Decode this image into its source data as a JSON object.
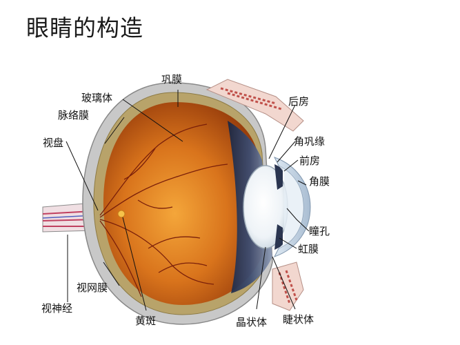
{
  "title": "眼睛的构造",
  "labels": {
    "sclera": "巩膜",
    "vitreous": "玻璃体",
    "choroid": "脉络膜",
    "optic_disc": "视盘",
    "posterior_chamber": "后房",
    "limbus": "角巩缘",
    "anterior_chamber": "前房",
    "cornea": "角膜",
    "pupil": "瞳孔",
    "iris": "虹膜",
    "retina": "视网膜",
    "optic_nerve": "视神经",
    "macula": "黄斑",
    "lens": "晶状体",
    "ciliary_body": "睫状体"
  }
}
